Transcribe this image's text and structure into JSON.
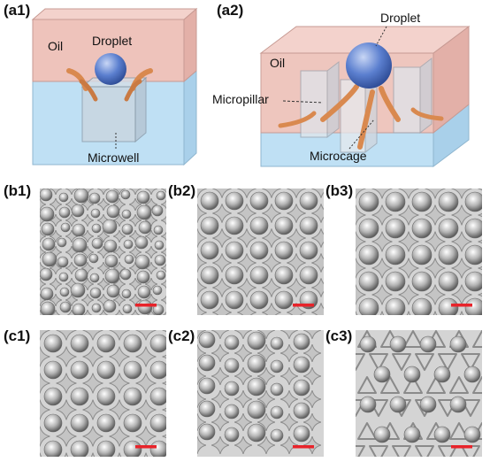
{
  "figure": {
    "panels": {
      "a1": {
        "label": "(a1)",
        "oil": "Oil",
        "droplet": "Droplet",
        "microwell": "Microwell"
      },
      "a2": {
        "label": "(a2)",
        "oil": "Oil",
        "droplet": "Droplet",
        "micropillar": "Micropillar",
        "microcage": "Microcage"
      },
      "b1": {
        "label": "(b1)"
      },
      "b2": {
        "label": "(b2)"
      },
      "b3": {
        "label": "(b3)"
      },
      "c1": {
        "label": "(c1)"
      },
      "c2": {
        "label": "(c2)"
      },
      "c3": {
        "label": "(c3)"
      }
    },
    "colors": {
      "oil": "#eec3bb",
      "water": "#bfe0f4",
      "droplet": "#5b7fcf",
      "pillar": "#d9b7be",
      "cage": "#d98a4e",
      "scale_bar": "#e8232a",
      "micrograph_bg": "#d4d4d4"
    }
  }
}
